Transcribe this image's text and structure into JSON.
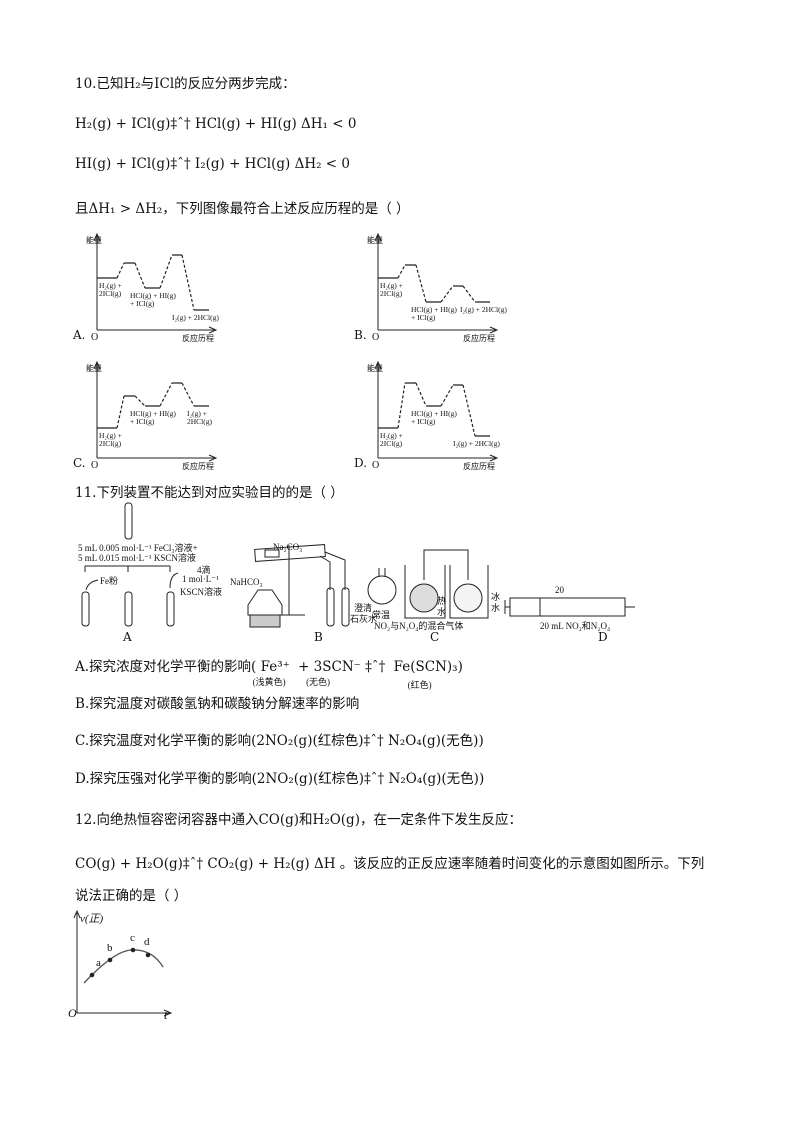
{
  "q10": {
    "stem": "10.已知H₂与ICl的反应分两步完成：",
    "eq1": "H₂(g) + ICl(g)‡ˆ† HCl(g) + HI(g)    ΔH₁ < 0",
    "eq2": "HI(g) + ICl(g)‡ˆ† I₂(g) + HCl(g)    ΔH₂ < 0",
    "cond": "且ΔH₁ > ΔH₂，下列图像最符合上述反应历程的是（    ）",
    "options": [
      {
        "letter": "A.",
        "ylabel": "能量",
        "origin": "O",
        "xlabel": "反应历程",
        "start": [
          "H₂(g) +",
          "2ICl(g)"
        ],
        "mid": [
          "HCl(g) + HI(g)",
          "+ ICl(g)"
        ],
        "end": [
          "I₂(g) + 2HCl(g)"
        ]
      },
      {
        "letter": "B.",
        "ylabel": "能量",
        "origin": "O",
        "xlabel": "反应历程",
        "start": [
          "H₂(g) +",
          "2ICl(g)"
        ],
        "mid": [
          "HCl(g) + HI(g)",
          "+ ICl(g)"
        ],
        "end": [
          "I₂(g) + 2HCl(g)"
        ]
      },
      {
        "letter": "C.",
        "ylabel": "能量",
        "origin": "O",
        "xlabel": "反应历程",
        "start": [
          "H₂(g) +",
          "2ICl(g)"
        ],
        "mid": [
          "HCl(g) + HI(g)",
          "+ ICl(g)"
        ],
        "end": [
          "I₂(g) +",
          "2HCl(g)"
        ]
      },
      {
        "letter": "D.",
        "ylabel": "能量",
        "origin": "O",
        "xlabel": "反应历程",
        "start": [
          "H₂(g) +",
          "2ICl(g)"
        ],
        "mid": [
          "HCl(g) + HI(g)",
          "+ ICl(g)"
        ],
        "end": [
          "I₂(g) + 2HCl(g)"
        ]
      }
    ]
  },
  "q11": {
    "stem": "11.下列装置不能达到对应实验目的的是（    ）",
    "figure": {
      "a_line1": "5 mL 0.005 mol·L⁻¹ FeCl₃溶液+",
      "a_line2": "5 mL 0.015 mol·L⁻¹ KSCN溶液",
      "fe": "Fe粉",
      "drops": "4滴",
      "conc": "1 mol·L⁻¹",
      "kscn": "KSCN溶液",
      "A": "A",
      "na2co3": "Na₂CO₃",
      "nahco3": "NaHCO₃",
      "lime1": "澄清",
      "lime2": "石灰水",
      "B": "B",
      "room": "常温",
      "hot1": "热",
      "hot2": "水",
      "ice1": "冰",
      "ice2": "水",
      "mix": "NO₂与N₂O₄的混合气体",
      "C": "C",
      "scale": "20",
      "syringe": "20 mL NO₂和N₂O₄",
      "D": "D"
    },
    "optA": {
      "pre": "A.探究浓度对化学平衡的影响(",
      "fe": "Fe³⁺",
      "fe_note": "(浅黄色)",
      "scn": "+ 3SCN⁻",
      "scn_note": "(无色)",
      "arrow": "‡ˆ†",
      "prod": "Fe(SCN)₃)",
      "prod_note": "(红色)"
    },
    "optB": "B.探究温度对碳酸氢钠和碳酸钠分解速率的影响",
    "optC": "C.探究温度对化学平衡的影响(2NO₂(g)(红棕色)‡ˆ† N₂O₄(g)(无色))",
    "optD": "D.探究压强对化学平衡的影响(2NO₂(g)(红棕色)‡ˆ† N₂O₄(g)(无色))"
  },
  "q12": {
    "stem": "12.向绝热恒容密闭容器中通入CO(g)和H₂O(g)，在一定条件下发生反应：",
    "eq": "CO(g) + H₂O(g)‡ˆ† CO₂(g) + H₂(g)    ΔH 。该反应的正反应速率随着时间变化的示意图如图所示。下列",
    "eq_cont": "说法正确的是（    ）",
    "graph": {
      "ylabel": "v(正)",
      "xlabel": "t",
      "origin": "O",
      "points": [
        "a",
        "b",
        "c",
        "d"
      ]
    }
  }
}
